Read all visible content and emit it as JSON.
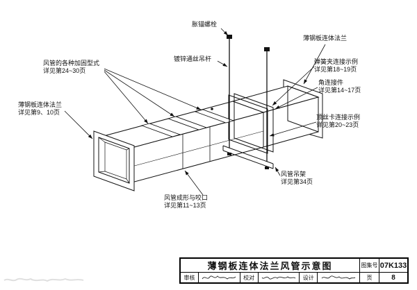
{
  "colors": {
    "ink": "#111111",
    "bg": "#ffffff"
  },
  "diagram": {
    "labels": {
      "anchor_bolt": "胀锚螺栓",
      "hanger_rod": "镀锌通丝吊杆",
      "flange_top": "薄钢板连体法兰",
      "spring_clip": {
        "line1": "弹簧夹连接示例",
        "line2": "详见第18~19页"
      },
      "corner_connector": {
        "line1": "角连接件",
        "line2": "详见第14~17页"
      },
      "screw_clip": {
        "line1": "顶丝卡连接示例",
        "line2": "详见第20~23页"
      },
      "duct_hanger": {
        "line1": "风管吊架",
        "line2": "详见第34页"
      },
      "forming_seam": {
        "line1": "风管成形与咬口",
        "line2": "详见第11~13页"
      },
      "flange_left": {
        "line1": "薄钢板连体法兰",
        "line2": "详见第9、10页"
      },
      "reinforcement": {
        "line1": "风管的各种加固型式",
        "line2": "详见第24~30页"
      }
    }
  },
  "title_block": {
    "title": "薄钢板连体法兰风管示意图",
    "atlas_no_label": "图集号",
    "atlas_no": "07K133",
    "page_label": "页",
    "page_no": "8",
    "roles": [
      {
        "label": "审核"
      },
      {
        "label": "校对"
      },
      {
        "label": "设计"
      }
    ]
  }
}
